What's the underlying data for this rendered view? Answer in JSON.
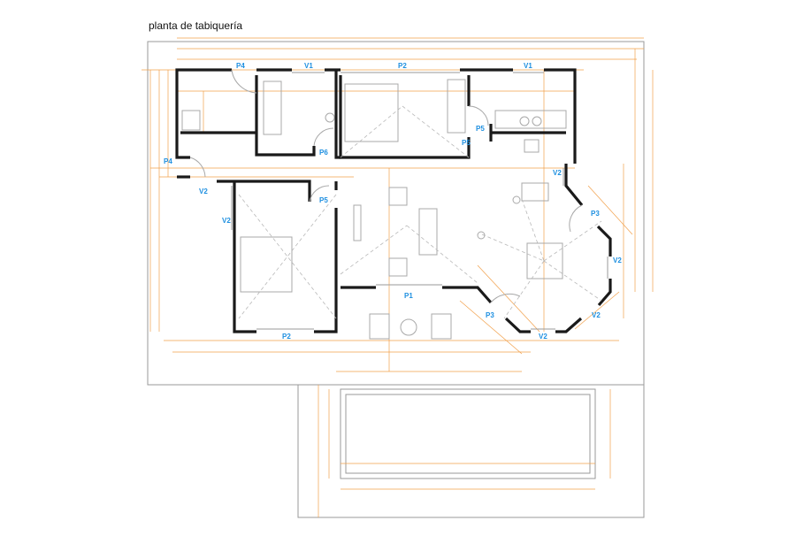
{
  "title": "planta de tabiquería",
  "colors": {
    "walls": "#1a1a1a",
    "dimensions": "#f2a04a",
    "labels": "#1d8fe0",
    "site": "#9a9a9a"
  },
  "opening_labels": [
    "P4",
    "V1",
    "P2",
    "V1",
    "P4",
    "P6",
    "P5",
    "P5",
    "V2",
    "V2",
    "P5",
    "V2",
    "P3",
    "V2",
    "P1",
    "P3",
    "V2",
    "V2",
    "P2"
  ]
}
